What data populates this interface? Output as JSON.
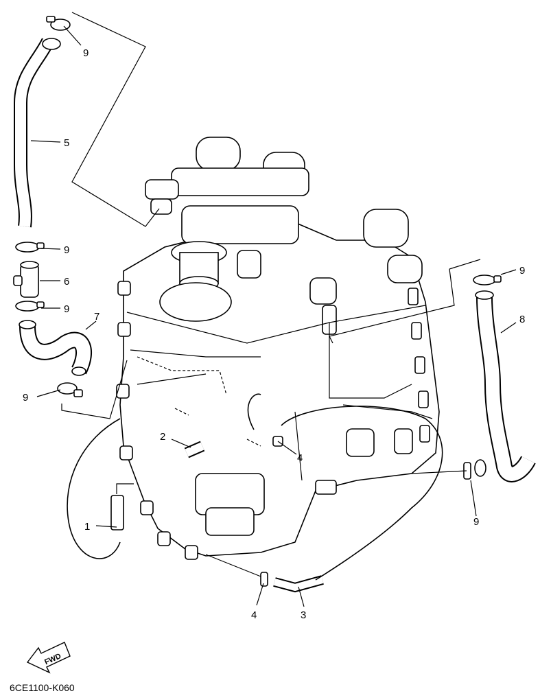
{
  "diagram": {
    "callouts": [
      {
        "id": "c9a",
        "text": "9"
      },
      {
        "id": "c5",
        "text": "5"
      },
      {
        "id": "c9b",
        "text": "9"
      },
      {
        "id": "c6",
        "text": "6"
      },
      {
        "id": "c9c",
        "text": "9"
      },
      {
        "id": "c7",
        "text": "7"
      },
      {
        "id": "c9d",
        "text": "9"
      },
      {
        "id": "c2",
        "text": "2"
      },
      {
        "id": "c4a",
        "text": "4"
      },
      {
        "id": "c1",
        "text": "1"
      },
      {
        "id": "c9e",
        "text": "9"
      },
      {
        "id": "c8",
        "text": "8"
      },
      {
        "id": "c9f",
        "text": "9"
      },
      {
        "id": "c4b",
        "text": "4"
      },
      {
        "id": "c3",
        "text": "3"
      }
    ],
    "fwd_label": "FWD",
    "figure_code": "6CE1100-K060"
  }
}
